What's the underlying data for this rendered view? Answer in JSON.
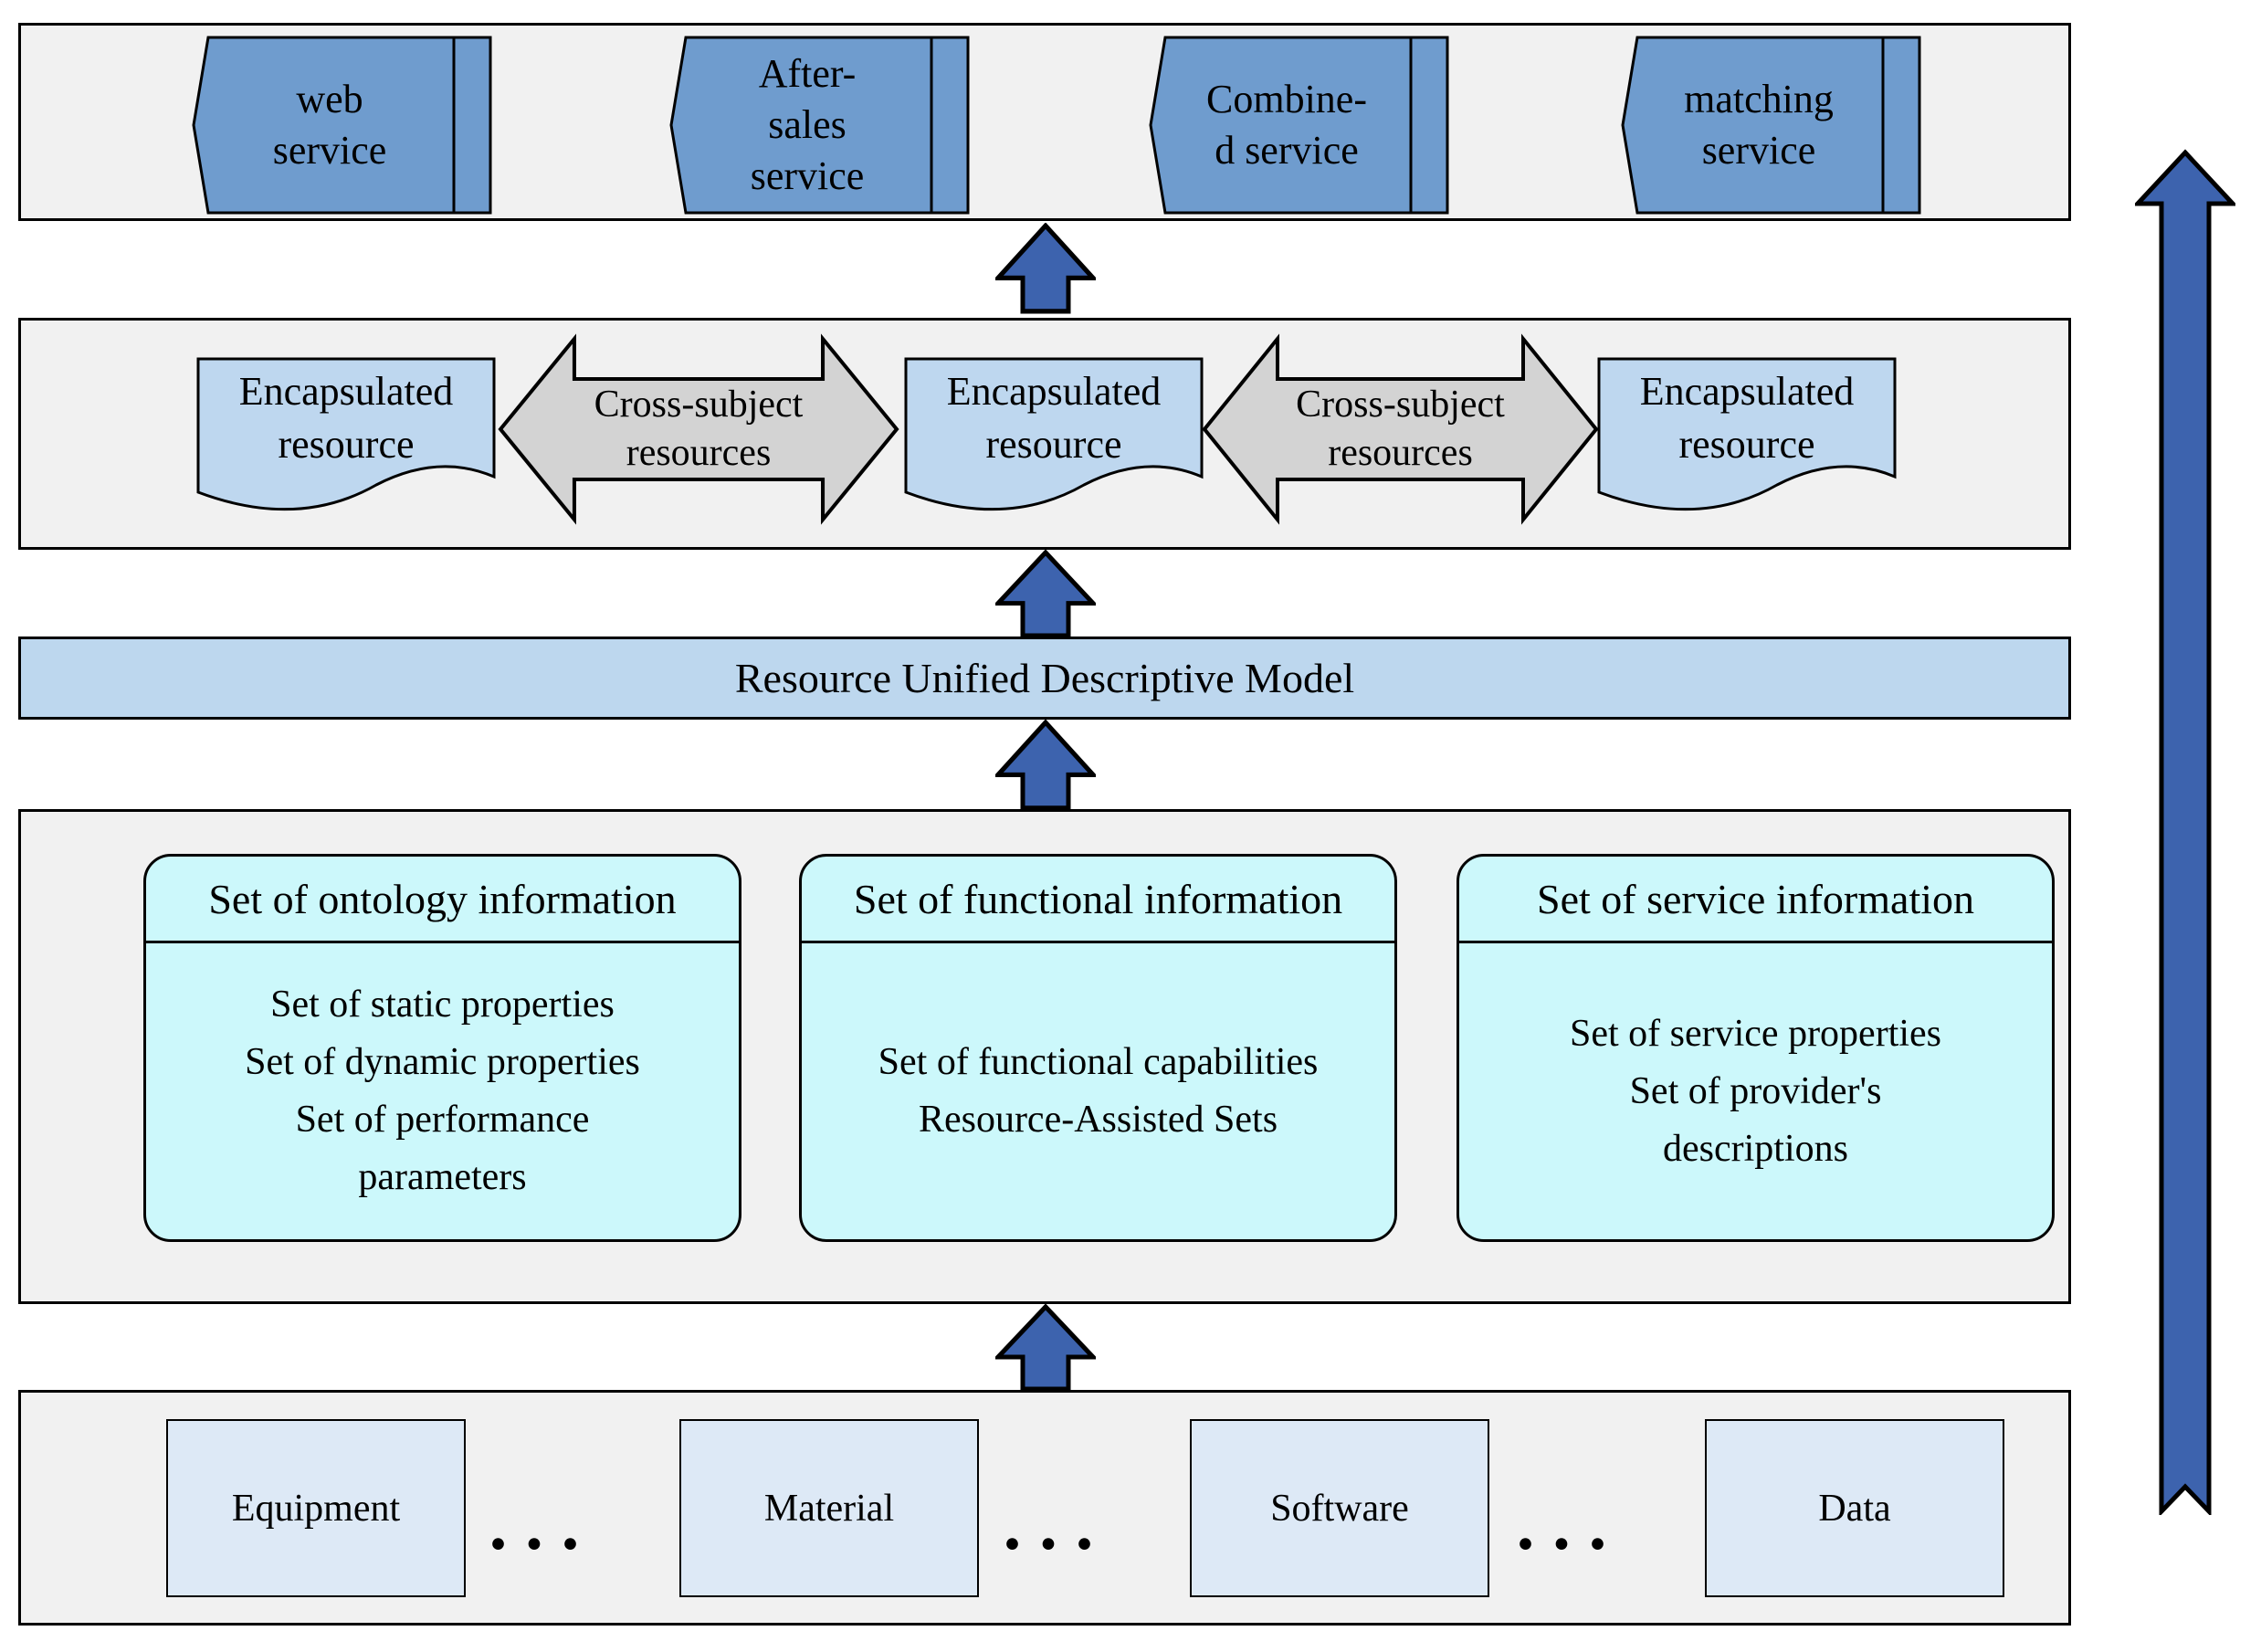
{
  "colors": {
    "layer_bg": "#f1f1f1",
    "border": "#000000",
    "service_fill": "#6f9cce",
    "doc_fill": "#bed7ef",
    "gray_arrow_fill": "#d3d3d3",
    "rudm_fill": "#bdd7ee",
    "set_fill": "#ccf8fb",
    "base_fill": "#dde9f6",
    "arrow_blue": "#3d63ae"
  },
  "services": [
    {
      "label": "web\nservice"
    },
    {
      "label": "After-\nsales\nservice"
    },
    {
      "label": "Combine-\nd service"
    },
    {
      "label": "matching\nservice"
    }
  ],
  "encapsulated": {
    "resources": [
      {
        "label": "Encapsulated\nresource"
      },
      {
        "label": "Encapsulated\nresource"
      },
      {
        "label": "Encapsulated\nresource"
      }
    ],
    "cross_arrows": [
      {
        "label": "Cross-subject\nresources"
      },
      {
        "label": "Cross-subject\nresources"
      }
    ]
  },
  "rudm": {
    "label": "Resource Unified Descriptive Model"
  },
  "info_sets": [
    {
      "header": "Set of ontology information",
      "body": "Set of static properties\nSet of dynamic properties\nSet of performance\nparameters"
    },
    {
      "header": "Set of functional information",
      "body": "Set of functional capabilities\nResource-Assisted Sets"
    },
    {
      "header": "Set of service information",
      "body": "Set of service properties\nSet of provider's\ndescriptions"
    }
  ],
  "base": {
    "items": [
      {
        "label": "Equipment"
      },
      {
        "label": "Material"
      },
      {
        "label": "Software"
      },
      {
        "label": "Data"
      }
    ],
    "separator": "..."
  }
}
